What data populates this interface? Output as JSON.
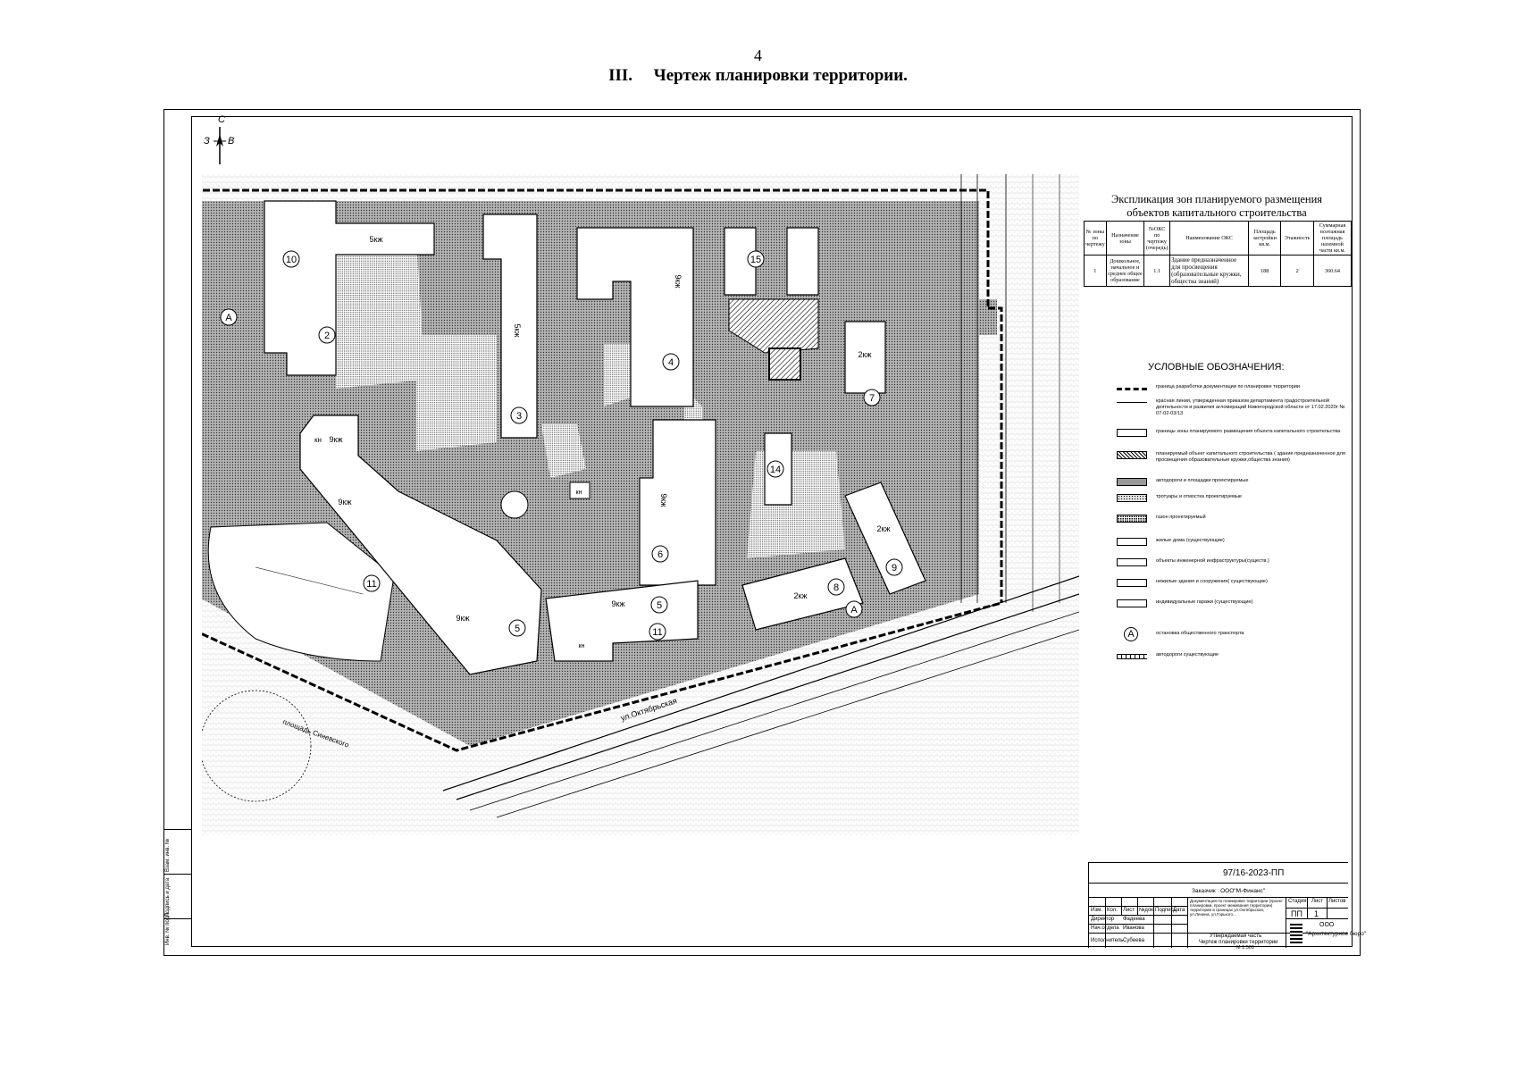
{
  "page_number": "4",
  "title": "III.     Чертеж планировки территории.",
  "compass": {
    "north": "С",
    "west": "З",
    "east": "В"
  },
  "plan": {
    "street_label": "ул.Октябрьская",
    "square_label": "площадь Синевского",
    "stop_marker": "A",
    "buildings": [
      {
        "num": "10",
        "floors": "5кж"
      },
      {
        "num": "2",
        "floors": ""
      },
      {
        "num": "3",
        "floors": "5кж"
      },
      {
        "num": "4",
        "floors": "9кж"
      },
      {
        "num": "15",
        "floors": ""
      },
      {
        "num": "7",
        "floors": "2кж"
      },
      {
        "num": "14",
        "floors": ""
      },
      {
        "num": "6",
        "floors": "9кж"
      },
      {
        "num": "9",
        "floors": "2кж"
      },
      {
        "num": "8",
        "floors": "2кж"
      },
      {
        "num": "5",
        "floors": "9кж"
      },
      {
        "num": "11",
        "floors": "9кж"
      },
      {
        "num": "5",
        "floors": "9кж"
      },
      {
        "num": "11",
        "floors": ""
      }
    ],
    "labels": {
      "kn": "кн",
      "f9": "9кж"
    }
  },
  "explication": {
    "title_line1": "Экспликация зон планируемого размещения",
    "title_line2": "объектов капитального строительства",
    "headers": [
      "№ зоны по чертежу",
      "Назначение зоны",
      "№ОКС по чертежу (очередь)",
      "Наименование ОКС",
      "Площадь застройки кв.м.",
      "Этажность",
      "Суммарная поэтажная площадь наземной части кв.м."
    ],
    "rows": [
      [
        "1",
        "Дошкольное, начальное и среднее общее образование",
        "1.1",
        "Здание предназначенное для просвещения (образовательные кружки, общества знаний)",
        "188",
        "2",
        "360.64"
      ]
    ]
  },
  "legend": {
    "title": "УСЛОВНЫЕ ОБОЗНАЧЕНИЯ:",
    "items": [
      {
        "sym": "dash",
        "text": "граница разработки документации по планировке территории"
      },
      {
        "sym": "line",
        "text": "красная линия, утвержденная приказом департамента градостроительной деятельности и развития агломераций Нижегородской области от 17.02.2020г № 07-02-03/13"
      },
      {
        "sym": "box",
        "text": "границы зоны планируемого размещения объекта капитального строительства"
      },
      {
        "sym": "hatch",
        "text": "планируемый объект капитального строительства ( здание предназначенное для просвещения образовательные кружки,общества знания)"
      },
      {
        "sym": "road",
        "text": "автодороги и площадки проектируемые"
      },
      {
        "sym": "walk",
        "text": "тротуары и отмостка проектируемые"
      },
      {
        "sym": "lawn",
        "text": "газон проектируемый"
      },
      {
        "sym": "box",
        "text": "жилые дома (существующие)"
      },
      {
        "sym": "box",
        "text": "объекты инженерной инфраструктуры(существ.)"
      },
      {
        "sym": "box",
        "text": "нежилые здания и сооружения( существующие)"
      },
      {
        "sym": "box",
        "text": "индивидуальные гаражи (существующие)"
      },
      {
        "sym": "circ",
        "text": "остановка общественного транспорта"
      },
      {
        "sym": "exroad",
        "text": "автодороги существующие"
      }
    ]
  },
  "side_strip": [
    "Взам. инв. №",
    "Подпись и дата",
    "Инв. № подл."
  ],
  "stamp": {
    "code": "97/16-2023-ПП",
    "customer": "Заказчик : ООО\"М-Финанс\"",
    "cols": [
      "Изм.",
      "Кол.",
      "Лист",
      "№док.",
      "Подпись",
      "Дата"
    ],
    "role1": "Директор",
    "name1": "Фадеева",
    "role2": "Нач.отдела",
    "name2": "Иванова",
    "role3": "Исполнитель",
    "name3": "Субеева",
    "project": "Документация по планировке территории (проект планировки, проект межевания территории) территории в границах ул.Октябрьская, ул.Ленина, ул.Горького...",
    "part": "Утверждаемая часть",
    "sheet_name": "Чертеж планировки территории",
    "scale": "М 1:500",
    "stage_h": "Стадия",
    "sheet_h": "Лист",
    "sheets_h": "Листов",
    "stage": "ПП",
    "sheet": "1",
    "org1": "ООО",
    "org2": "\"Архитектурное бюро\""
  }
}
